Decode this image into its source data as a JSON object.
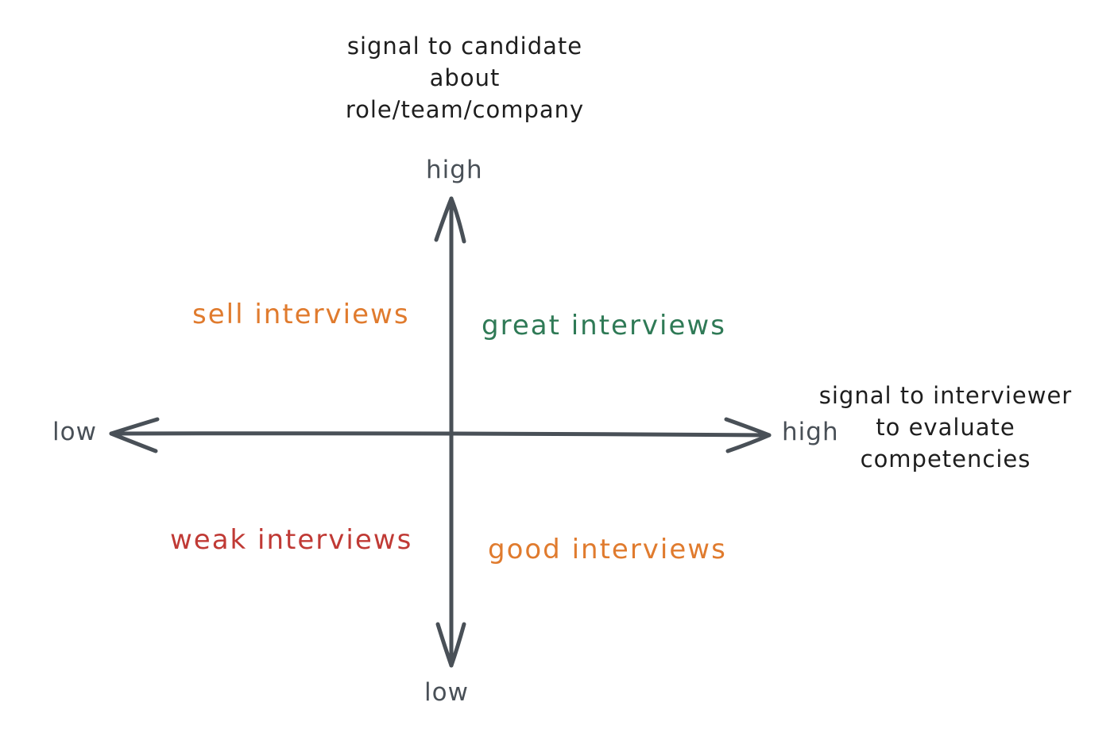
{
  "colors": {
    "axis": "#495057",
    "text": "#1e1e1e",
    "sell": "#e07b2e",
    "great": "#2f7a56",
    "weak": "#c03a35",
    "good": "#e07b2e"
  },
  "y_axis": {
    "title_lines": [
      "signal to candidate",
      "about",
      "role/team/company"
    ],
    "high_label": "high",
    "low_label": "low"
  },
  "x_axis": {
    "title_lines": [
      "signal to interviewer",
      "to evaluate",
      "competencies"
    ],
    "high_label": "high",
    "low_label": "low"
  },
  "quadrants": {
    "top_left": "sell interviews",
    "top_right": "great interviews",
    "bottom_left": "weak interviews",
    "bottom_right": "good interviews"
  }
}
